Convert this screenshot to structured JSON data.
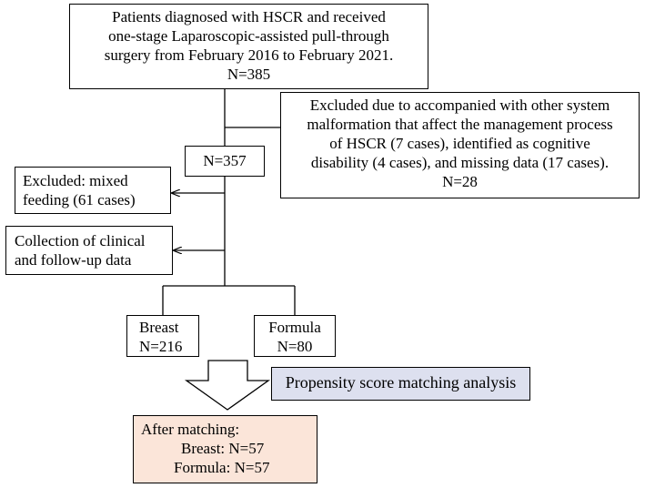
{
  "diagram": {
    "top_box": {
      "lines": [
        "Patients diagnosed with HSCR and received",
        "one-stage Laparoscopic-assisted pull-through",
        "surgery  from February 2016 to February 2021.",
        "N=385"
      ]
    },
    "exclusion_box": {
      "lines": [
        "Excluded due to accompanied with other system",
        "malformation that affect the management process",
        "of HSCR (7 cases), identified as cognitive",
        "disability (4 cases), and missing data (17 cases).",
        "N=28"
      ]
    },
    "count_box": {
      "label": "N=357"
    },
    "mixed_box": {
      "lines": [
        "Excluded: mixed",
        "feeding (61 cases)"
      ]
    },
    "collection_box": {
      "lines": [
        "Collection of clinical",
        "and follow-up data"
      ]
    },
    "breast_box": {
      "lines": [
        "Breast",
        "N=216"
      ]
    },
    "formula_box": {
      "lines": [
        "Formula",
        "N=80"
      ]
    },
    "psm_box": {
      "label": "Propensity score matching analysis",
      "fill": "#dde0ef"
    },
    "after_box": {
      "lines": [
        "After matching:",
        "Breast: N=57",
        "Formula: N=57"
      ],
      "fill": "#fbe5d9"
    }
  }
}
